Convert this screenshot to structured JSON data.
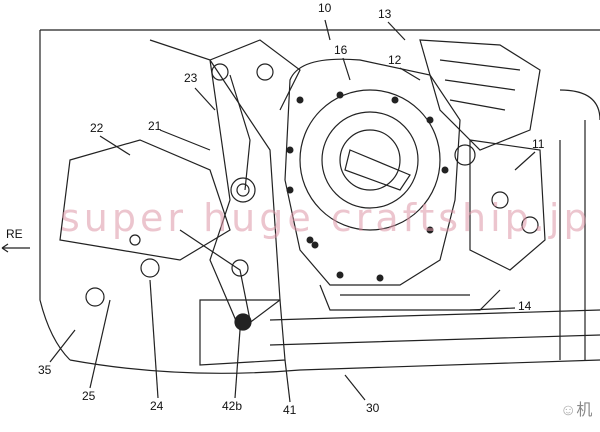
{
  "labels": {
    "l10": "10",
    "l13": "13",
    "l16": "16",
    "l12": "12",
    "l23": "23",
    "l22": "22",
    "l21": "21",
    "l11": "11",
    "l14": "14",
    "l35": "35",
    "l25": "25",
    "l24": "24",
    "l42b": "42b",
    "l41": "41",
    "l30": "30"
  },
  "direction_label": "RE",
  "watermark": "super huge craftship.jp",
  "corner_logo_text": "机"
}
